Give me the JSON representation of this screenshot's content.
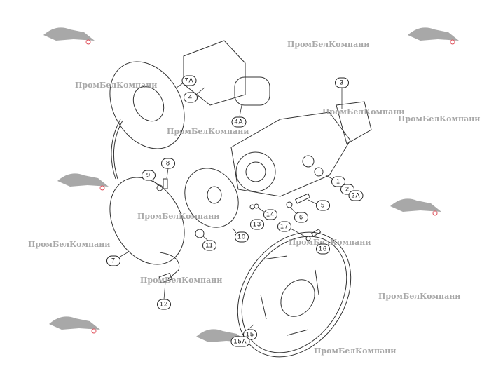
{
  "diagram": {
    "callouts": [
      "7A",
      "4",
      "4A",
      "3",
      "1",
      "2",
      "2A",
      "5",
      "6",
      "14",
      "13",
      "17",
      "16",
      "9",
      "8",
      "10",
      "11",
      "7",
      "12",
      "15",
      "15A"
    ],
    "watermark_text": "ПромБелКомпани",
    "watermark_color": "#9a9a9a",
    "logo_colors": {
      "lion": "#a0a0a0",
      "accent": "#e0505a"
    }
  }
}
